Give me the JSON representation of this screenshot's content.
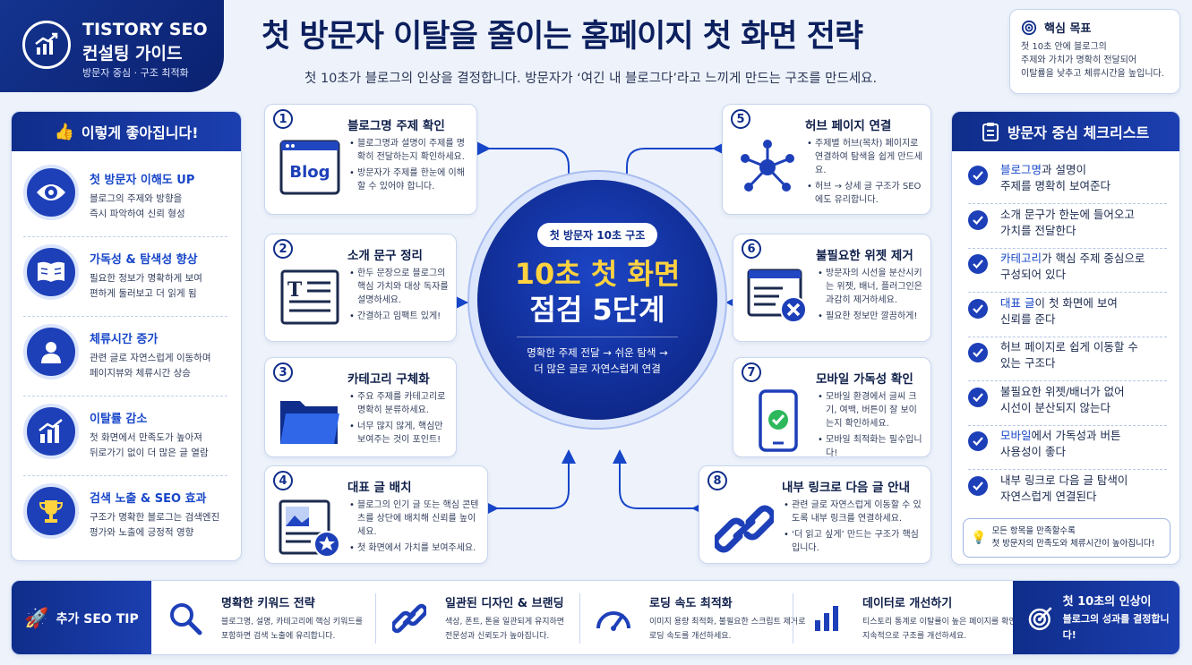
{
  "brand": {
    "line1": "TISTORY SEO",
    "line2": "컨설팅 가이드",
    "sub": "방문자 중심 · 구조 최적화"
  },
  "header": {
    "title": "첫 방문자 이탈을 줄이는 홈페이지 첫 화면 전략",
    "subtitle": "첫 10초가 블로그의 인상을 결정합니다. 방문자가 ‘여긴 내 블로그다’라고 느끼게 만드는 구조를 만드세요."
  },
  "goal": {
    "title": "핵심 목표",
    "text": [
      "첫 10초 안에 블로그의",
      "주제와 가치가 명확히 전달되어",
      "이탈률을 낮추고 체류시간을 높입니다."
    ]
  },
  "benefits": {
    "title": "이렇게 좋아집니다!",
    "items": [
      {
        "icon": "eye-icon",
        "title": "첫 방문자 이해도 UP",
        "desc": [
          "블로그의 주제와 방향을",
          "즉시 파악하여 신뢰 형성"
        ]
      },
      {
        "icon": "book-icon",
        "title": "가독성 & 탐색성 향상",
        "desc": [
          "필요한 정보가 명확하게 보여",
          "편하게 둘러보고 더 읽게 됨"
        ]
      },
      {
        "icon": "user-icon",
        "title": "체류시간 증가",
        "desc": [
          "관련 글로 자연스럽게 이동하며",
          "페이지뷰와 체류시간 상승"
        ]
      },
      {
        "icon": "chart-icon",
        "title": "이탈률 감소",
        "desc": [
          "첫 화면에서 만족도가 높아져",
          "뒤로가기 없이 더 많은 글 열람"
        ]
      },
      {
        "icon": "trophy-icon",
        "title": "검색 노출 & SEO 효과",
        "desc": [
          "구조가 명확한 블로그는 검색엔진",
          "평가와 노출에 긍정적 영향"
        ]
      }
    ]
  },
  "center": {
    "badge": "첫 방문자 10초 구조",
    "line1": "10초 첫 화면",
    "line2": "점검 5단계",
    "desc1": "명확한 주제 전달 → 쉬운 탐색 →",
    "desc2": "더 많은 글로 자연스럽게 연결"
  },
  "steps": [
    {
      "n": "1",
      "title": "블로그명 주제 확인",
      "icon": "blog-icon",
      "icon_text": "Blog",
      "bullets": [
        "블로그명과 설명이 주제를 명확히 전달하는지 확인하세요.",
        "방문자가 주제를 한눈에 이해할 수 있어야 합니다."
      ]
    },
    {
      "n": "2",
      "title": "소개 문구 정리",
      "icon": "text-document-icon",
      "icon_text": "T",
      "bullets": [
        "한두 문장으로 블로그의 핵심 가치와 대상 독자를 설명하세요.",
        "간결하고 임팩트 있게!"
      ]
    },
    {
      "n": "3",
      "title": "카테고리 구체화",
      "icon": "folder-icon",
      "bullets": [
        "주요 주제를 카테고리로 명확히 분류하세요.",
        "너무 많지 않게, 핵심만 보여주는 것이 포인트!"
      ]
    },
    {
      "n": "4",
      "title": "대표 글 배치",
      "icon": "featured-post-icon",
      "bullets": [
        "블로그의 인기 글 또는 핵심 콘텐츠를 상단에 배치해 신뢰를 높이세요.",
        "첫 화면에서 가치를 보여주세요."
      ]
    },
    {
      "n": "5",
      "title": "허브 페이지 연결",
      "icon": "hub-network-icon",
      "bullets": [
        "주제별 허브(목차) 페이지로 연결하여 탐색을 쉽게 만드세요.",
        "허브 → 상세 글 구조가 SEO에도 유리합니다."
      ]
    },
    {
      "n": "6",
      "title": "불필요한 위젯 제거",
      "icon": "remove-widget-icon",
      "bullets": [
        "방문자의 시선을 분산시키는 위젯, 배너, 플러그인은 과감히 제거하세요.",
        "필요한 정보만 깔끔하게!"
      ]
    },
    {
      "n": "7",
      "title": "모바일 가독성 확인",
      "icon": "mobile-check-icon",
      "bullets": [
        "모바일 환경에서 글씨 크기, 여백, 버튼이 잘 보이는지 확인하세요.",
        "모바일 최적화는 필수입니다!"
      ]
    },
    {
      "n": "8",
      "title": "내부 링크로 다음 글 안내",
      "icon": "link-icon",
      "bullets": [
        "관련 글로 자연스럽게 이동할 수 있도록 내부 링크를 연결하세요.",
        "‘더 읽고 싶게’ 만드는 구조가 핵심입니다."
      ]
    }
  ],
  "checklist": {
    "title": "방문자 중심 체크리스트",
    "items": [
      {
        "hl": "블로그명",
        "rest": "과 설명이",
        "line2": "주제를 명확히 보여준다"
      },
      {
        "hl": "",
        "rest": "소개 문구가 한눈에 들어오고",
        "line2": "가치를 전달한다"
      },
      {
        "hl": "카테고리",
        "rest": "가 핵심 주제 중심으로",
        "line2": "구성되어 있다"
      },
      {
        "hl": "대표 글",
        "rest": "이 첫 화면에 보여",
        "line2": "신뢰를 준다"
      },
      {
        "hl": "",
        "rest": "허브 페이지로 쉽게 이동할 수",
        "line2": "있는 구조다"
      },
      {
        "hl": "",
        "rest": "불필요한 위젯/배너가 없어",
        "line2": "시선이 분산되지 않는다"
      },
      {
        "hl": "모바일",
        "rest": "에서 가독성과 버튼",
        "line2": "사용성이 좋다"
      },
      {
        "hl": "",
        "rest": "내부 링크로 다음 글 탐색이",
        "line2": "자연스럽게 연결된다"
      }
    ],
    "note": [
      "모든 항목을 만족할수록",
      "첫 방문자의 만족도와 체류시간이 높아집니다!"
    ]
  },
  "tips": {
    "label": "추가 SEO TIP",
    "items": [
      {
        "icon": "magnifier-icon",
        "title": "명확한 키워드 전략",
        "desc": [
          "블로그명, 설명, 카테고리에 핵심 키워드를",
          "포함하면 검색 노출에 유리합니다."
        ]
      },
      {
        "icon": "chain-link-icon",
        "title": "일관된 디자인 & 브랜딩",
        "desc": [
          "색상, 폰트, 톤을 일관되게 유지하면",
          "전문성과 신뢰도가 높아집니다."
        ]
      },
      {
        "icon": "speedometer-icon",
        "title": "로딩 속도 최적화",
        "desc": [
          "이미지 용량 최적화, 불필요한 스크립트 제거로",
          "로딩 속도를 개선하세요."
        ]
      },
      {
        "icon": "bar-chart-icon",
        "title": "데이터로 개선하기",
        "desc": [
          "티스토리 통계로 이탈률이 높은 페이지를 확인하고",
          "지속적으로 구조를 개선하세요."
        ]
      }
    ],
    "final1": "첫 10초의 인상이",
    "final2": "블로그의 성과를 결정합니다!"
  },
  "colors": {
    "navy": "#0f2d8a",
    "accent": "#ffd23f",
    "blue": "#1746c9"
  }
}
